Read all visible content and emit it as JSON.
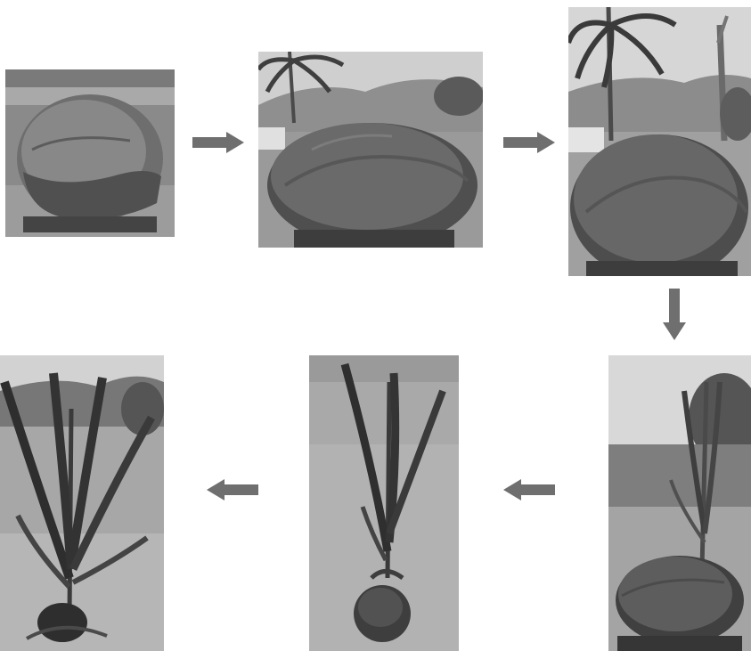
{
  "figure": {
    "panels": [
      {
        "id": "stage-1",
        "subject": "coconut-nut"
      },
      {
        "id": "stage-2",
        "subject": "coconut-nut-sprouting"
      },
      {
        "id": "stage-3",
        "subject": "coconut-nut-shoot-emerging"
      },
      {
        "id": "stage-4",
        "subject": "coconut-seedling-young"
      },
      {
        "id": "stage-5",
        "subject": "coconut-seedling"
      },
      {
        "id": "stage-6",
        "subject": "coconut-seedling-mature"
      }
    ],
    "arrows": [
      {
        "from": "stage-1",
        "to": "stage-2",
        "direction": "right"
      },
      {
        "from": "stage-2",
        "to": "stage-3",
        "direction": "right"
      },
      {
        "from": "stage-3",
        "to": "stage-4",
        "direction": "down"
      },
      {
        "from": "stage-4",
        "to": "stage-5",
        "direction": "left"
      },
      {
        "from": "stage-5",
        "to": "stage-6",
        "direction": "left"
      }
    ],
    "colors": {
      "arrow": "#6f6f6f",
      "background": "#ffffff",
      "photo_tone": "grayscale"
    }
  }
}
